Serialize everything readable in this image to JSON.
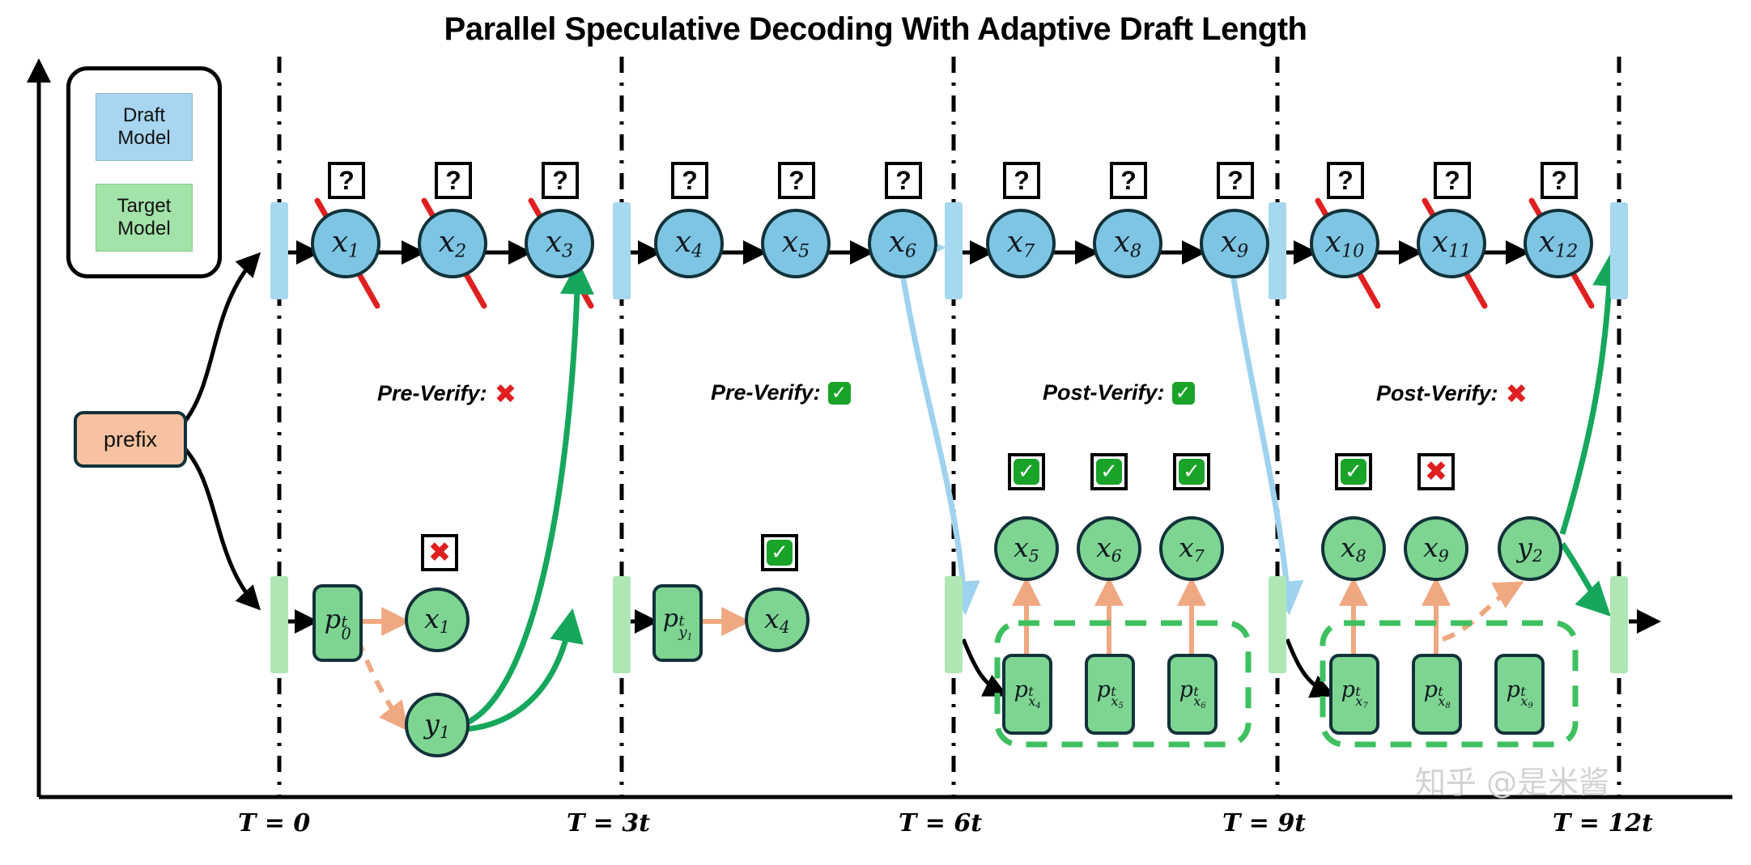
{
  "title": "Parallel Speculative Decoding With Adaptive Draft Length",
  "watermark": "知乎 @是米酱",
  "legend": {
    "draft_label": "Draft\nModel",
    "draft_color": "#a8d5ef",
    "target_label": "Target\nModel",
    "target_color": "#a3e2a8"
  },
  "prefix": {
    "label": "prefix",
    "color": "#f7c2a1"
  },
  "axis": {
    "ticks": [
      "T = 0",
      "T = 3t",
      "T = 6t",
      "T = 9t",
      "T = 12t"
    ]
  },
  "colors": {
    "draft_fill": "#7ec5e3",
    "target_fill": "#7ed592",
    "outline": "#12323a",
    "reject_red": "#e02020",
    "accept_green": "#19a329",
    "orange_arrow": "#f0a882",
    "green_arrow": "#16a75c",
    "blue_arrow": "#9ed2ef"
  },
  "draft_row": {
    "question_mark": "?",
    "groups": [
      {
        "tokens": [
          "x1",
          "x2",
          "x3"
        ],
        "rejected": [
          true,
          true,
          true
        ]
      },
      {
        "tokens": [
          "x4",
          "x5",
          "x6"
        ],
        "rejected": [
          false,
          false,
          false
        ]
      },
      {
        "tokens": [
          "x7",
          "x8",
          "x9"
        ],
        "rejected": [
          false,
          false,
          false
        ]
      },
      {
        "tokens": [
          "x10",
          "x11",
          "x12"
        ],
        "rejected": [
          true,
          true,
          true
        ]
      }
    ]
  },
  "verify_labels": [
    {
      "text": "Pre-Verify:",
      "status": "reject"
    },
    {
      "text": "Pre-Verify:",
      "status": "accept"
    },
    {
      "text": "Post-Verify:",
      "status": "accept"
    },
    {
      "text": "Post-Verify:",
      "status": "reject"
    }
  ],
  "target_row": {
    "group1": {
      "prob_box": "p0t",
      "accepted_token": "x1",
      "accepted_badge": "reject",
      "resample_token": "y1"
    },
    "group2": {
      "prob_box": "py1t",
      "output_token": "x4",
      "badge": "accept"
    },
    "group3": {
      "prob_boxes": [
        "px4t",
        "px5t",
        "px6t"
      ],
      "outputs": [
        "x5",
        "x6",
        "x7"
      ],
      "badges": [
        "accept",
        "accept",
        "accept"
      ]
    },
    "group4": {
      "prob_boxes": [
        "px7t",
        "px8t",
        "px9t"
      ],
      "outputs": [
        "x8",
        "x9",
        "y2"
      ],
      "badges": [
        "accept",
        "reject",
        "none"
      ]
    }
  }
}
